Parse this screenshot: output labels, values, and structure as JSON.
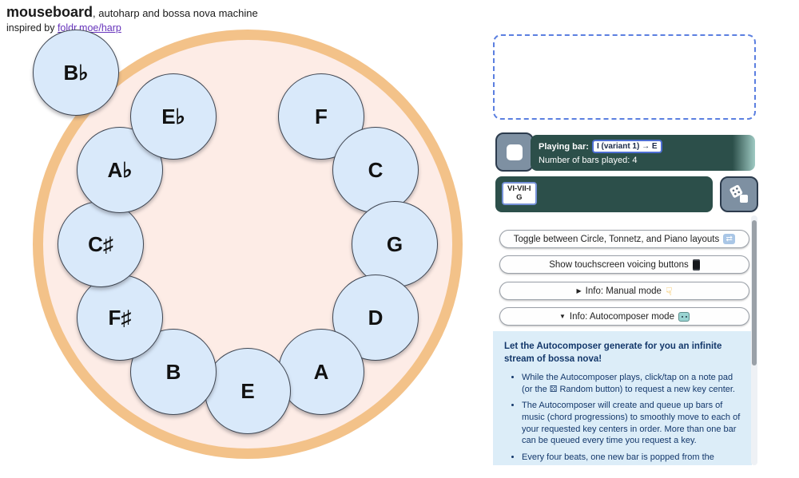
{
  "header": {
    "title": "mouseboard",
    "tagline": ", autoharp and bossa nova machine",
    "inspired_prefix": "inspired by ",
    "inspired_link_text": "foldr.moe/harp"
  },
  "colors": {
    "ring_orange": "#f3c289",
    "ring_inner_pink": "#fdece6",
    "note_fill": "#d9e9fa",
    "teal_panel": "#2c4f4a",
    "info_bg": "#dcedf8",
    "badge_border_blue": "#4d6ed3",
    "dashed_border_blue": "#5b7fe0",
    "link_purple": "#6633bb",
    "navy_text": "#14386b"
  },
  "notes": [
    {
      "label": "F"
    },
    {
      "label": "C"
    },
    {
      "label": "G"
    },
    {
      "label": "D"
    },
    {
      "label": "A"
    },
    {
      "label": "E"
    },
    {
      "label": "B"
    },
    {
      "label": "F♯"
    },
    {
      "label": "C♯"
    },
    {
      "label": "A♭"
    },
    {
      "label": "E♭"
    },
    {
      "label": "B♭"
    }
  ],
  "player": {
    "stop_icon": "stop-square-icon",
    "playing_bar_label": "Playing bar:",
    "playing_bar_value": "I (variant 1) → E",
    "bars_played": "Number of bars played: 4",
    "queue_chip_line1": "VI-VII-I",
    "queue_chip_line2": "G",
    "dice_icon": "dice-icon"
  },
  "panel": {
    "buttons": [
      {
        "arrow": "",
        "label": "Toggle between Circle, Tonnetz, and Piano layouts",
        "icon": "layout-toggle-icon"
      },
      {
        "arrow": "",
        "label": "Show touchscreen voicing buttons",
        "icon": "phone-icon"
      },
      {
        "arrow": "▶",
        "label": "Info: Manual mode",
        "icon": "hand-down-icon"
      },
      {
        "arrow": "▼",
        "label": "Info: Autocomposer mode",
        "icon": "robot-icon"
      }
    ]
  },
  "info": {
    "heading": "Let the Autocomposer generate for you an infinite stream of bossa nova!",
    "bullets": [
      "While the Autocomposer plays, click/tap on a note pad (or the ⚄ Random button) to request a new key center.",
      "The Autocomposer will create and queue up bars of music (chord progressions) to smoothly move to each of your requested key centers in order. More than one bar can be queued every time you request a key.",
      "Every four beats, one new bar is popped from the queue and"
    ]
  }
}
